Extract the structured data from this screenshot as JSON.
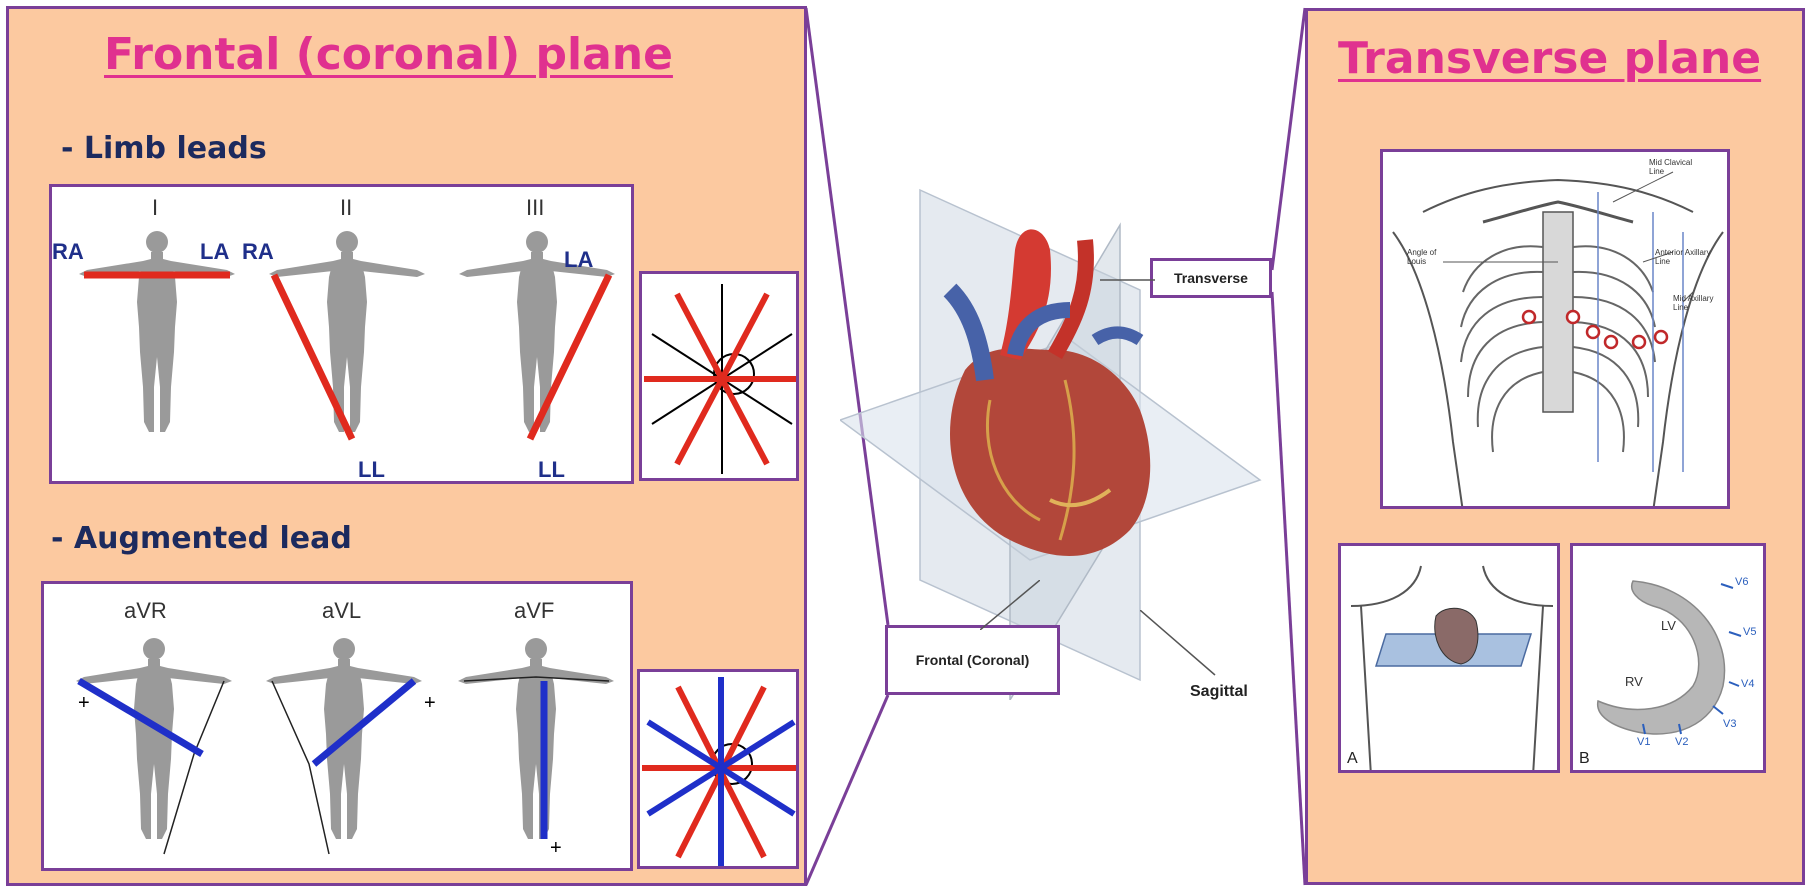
{
  "frontal": {
    "title": "Frontal (coronal) plane",
    "limb_heading": "- Limb leads",
    "augmented_heading": "- Augmented lead",
    "limb_leads": [
      {
        "roman": "I",
        "left": "RA",
        "right": "LA",
        "bottom": ""
      },
      {
        "roman": "II",
        "left": "RA",
        "right": "",
        "bottom": "LL"
      },
      {
        "roman": "III",
        "left": "",
        "right": "LA",
        "bottom": "LL"
      }
    ],
    "augmented_leads": [
      "aVR",
      "aVL",
      "aVF"
    ]
  },
  "center": {
    "transverse_label": "Transverse",
    "frontal_label": "Frontal (Coronal)",
    "sagittal_label": "Sagittal"
  },
  "transverse": {
    "title": "Transverse plane",
    "chest_labels": {
      "mid_clavicular": "Mid Clavical Line",
      "angle_of_louis": "Angle of Louis",
      "anterior_axillary": "Anterior Axillary Line",
      "mid_axillary": "Mid Axillary Line"
    },
    "panel_a": "A",
    "panel_b": "B",
    "ventricles": {
      "lv": "LV",
      "rv": "RV"
    },
    "v_leads": [
      "V1",
      "V2",
      "V3",
      "V4",
      "V5",
      "V6"
    ]
  },
  "colors": {
    "panel_bg": "#fcc9a0",
    "border": "#7a3f98",
    "title": "#e0318f",
    "heading": "#1c2a5e",
    "limb_lead_line": "#e02a1e",
    "augmented_lead_line": "#1f2fc9"
  }
}
